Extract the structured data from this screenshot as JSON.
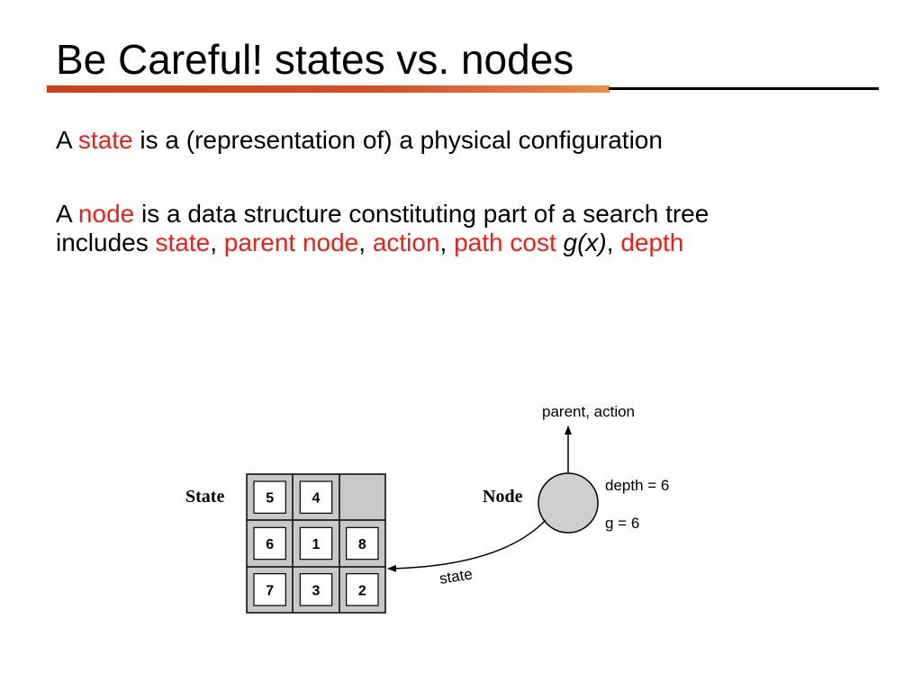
{
  "slide": {
    "title": "Be Careful! states vs. nodes",
    "line1": {
      "a": "A ",
      "state": "state",
      "rest": " is a (representation of) a physical configuration"
    },
    "line2": {
      "a": "A ",
      "node": "node",
      "rest": " is a data structure constituting part of a search tree"
    },
    "line3": {
      "includes": "includes ",
      "state": "state",
      "sep1": ", ",
      "parent_node": "parent node",
      "sep2": ", ",
      "action": "action",
      "sep3": ", ",
      "path_cost": "path cost",
      "space": " ",
      "gx": "g(x)",
      "sep4": ", ",
      "depth": "depth"
    }
  },
  "diagram": {
    "state_label": "State",
    "node_label": "Node",
    "parent_action": "parent, action",
    "depth_label": "depth = 6",
    "g_label": "g = 6",
    "state_arrow_label": "state",
    "tiles": [
      "5",
      "4",
      "",
      "6",
      "1",
      "8",
      "7",
      "3",
      "2"
    ]
  },
  "colors": {
    "highlight": "#e8211d",
    "rule_orange": "#d9501f",
    "grid_fill": "#c8c8c8",
    "node_fill": "#cfcfcf"
  }
}
